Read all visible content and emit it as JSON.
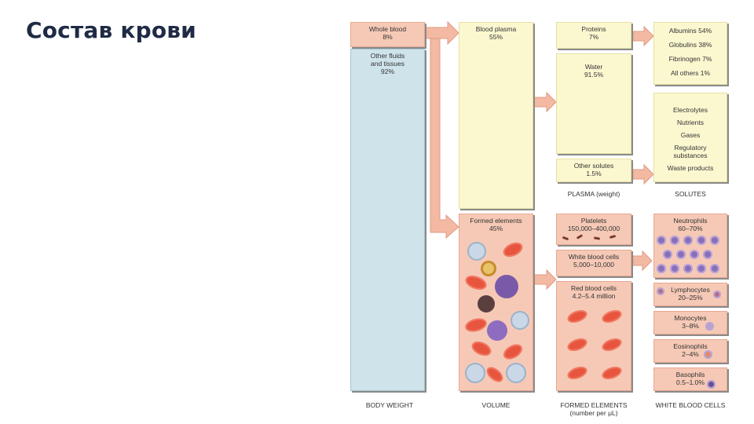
{
  "title": "Состав крови",
  "columns": {
    "body_weight": "BODY WEIGHT",
    "volume": "VOLUME",
    "formed_elements": "FORMED ELEMENTS",
    "formed_elements_unit": "(number per μL)",
    "white_blood_cells": "WHITE BLOOD CELLS",
    "plasma": "PLASMA (weight)",
    "solutes": "SOLUTES"
  },
  "body": {
    "whole_blood": "Whole blood",
    "whole_blood_pct": "8%",
    "other_fluids_1": "Other fluids",
    "other_fluids_2": "and tissues",
    "other_fluids_pct": "92%"
  },
  "volume": {
    "plasma": "Blood plasma",
    "plasma_pct": "55%",
    "formed": "Formed elements",
    "formed_pct": "45%"
  },
  "plasma": {
    "proteins": "Proteins",
    "proteins_pct": "7%",
    "water": "Water",
    "water_pct": "91.5%",
    "other_solutes": "Other solutes",
    "other_solutes_pct": "1.5%"
  },
  "solutes": {
    "albumins": "Albumins 54%",
    "globulins": "Globulins 38%",
    "fibrinogen": "Fibrinogen 7%",
    "all_others": "All others 1%",
    "electrolytes": "Electrolytes",
    "nutrients": "Nutrients",
    "gases": "Gases",
    "regulatory_1": "Regulatory",
    "regulatory_2": "substances",
    "waste": "Waste products"
  },
  "formed": {
    "platelets": "Platelets",
    "platelets_count": "150,000–400,000",
    "wbc": "White blood cells",
    "wbc_count": "5,000–10,000",
    "rbc": "Red blood cells",
    "rbc_count": "4.2–5.4 million"
  },
  "wbc": {
    "neutrophils": "Neutrophils",
    "neutrophils_pct": "60–70%",
    "lymphocytes": "Lymphocytes",
    "lymphocytes_pct": "20–25%",
    "monocytes": "Monocytes",
    "monocytes_pct": "3–8%",
    "eosinophils": "Eosinophils",
    "eosinophils_pct": "2–4%",
    "basophils": "Basophils",
    "basophils_pct": "0.5–1.0%"
  },
  "colors": {
    "pink": "#f6c9b6",
    "yellow": "#fbf8d0",
    "blue": "#cfe3ea",
    "rbc": "#e8553e",
    "wbc": "#7a5aa8"
  }
}
